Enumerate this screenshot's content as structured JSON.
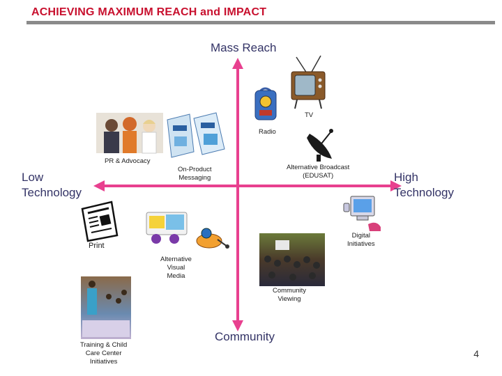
{
  "slide": {
    "title": "ACHIEVING MAXIMUM REACH and IMPACT",
    "page_number": "4"
  },
  "axes": {
    "top": "Mass Reach",
    "bottom": "Community",
    "left_line1": "Low",
    "left_line2": "Technology",
    "right_line1": "High",
    "right_line2": "Technology"
  },
  "items": {
    "tv": "TV",
    "radio": "Radio",
    "pr_advocacy": "PR & Advocacy",
    "on_product_1": "On-Product",
    "on_product_2": "Messaging",
    "alt_broadcast_1": "Alternative Broadcast",
    "alt_broadcast_2": "(EDUSAT)",
    "digital_1": "Digital",
    "digital_2": "Initiatives",
    "print": "Print",
    "alt_visual_1": "Alternative",
    "alt_visual_2": "Visual",
    "alt_visual_3": "Media",
    "community_viewing_1": "Community",
    "community_viewing_2": "Viewing",
    "training_1": "Training & Child",
    "training_2": "Care Center",
    "training_3": "Initiatives"
  },
  "colors": {
    "title": "#c8102e",
    "axis_arrow": "#e8408f",
    "axis_text": "#333366"
  }
}
